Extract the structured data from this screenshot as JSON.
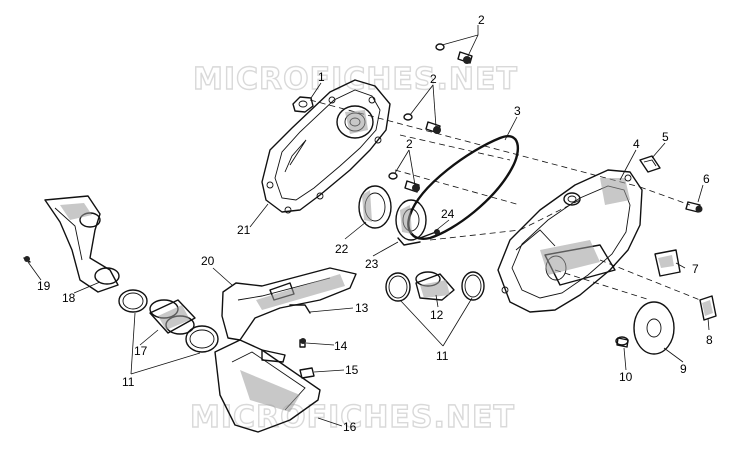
{
  "watermark": {
    "top": "MICROFICHES.NET",
    "bottom": "MICROFICHES.NET"
  },
  "callouts": {
    "c1": "1",
    "c2a": "2",
    "c2b": "2",
    "c2c": "2",
    "c3": "3",
    "c4": "4",
    "c5": "5",
    "c6": "6",
    "c7": "7",
    "c8": "8",
    "c9": "9",
    "c10": "10",
    "c11a": "11",
    "c11b": "11",
    "c12": "12",
    "c13": "13",
    "c14": "14",
    "c15": "15",
    "c16": "16",
    "c17": "17",
    "c18": "18",
    "c19": "19",
    "c20": "20",
    "c21": "21",
    "c22": "22",
    "c23": "23",
    "c24": "24"
  }
}
